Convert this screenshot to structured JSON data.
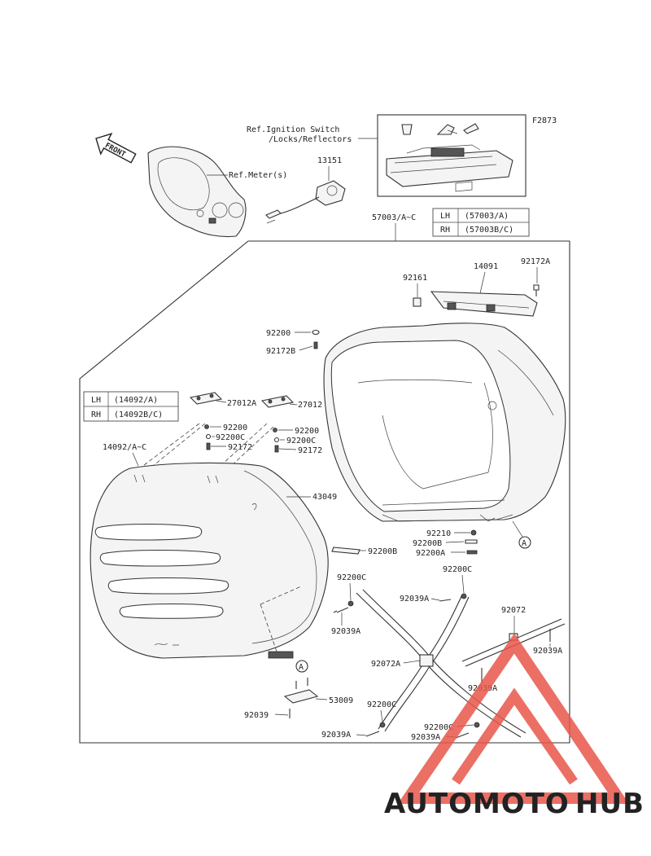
{
  "diagram_code": "F2873",
  "ref_notes": {
    "ignition_line1": "Ref.Ignition Switch",
    "ignition_line2": "/Locks/Reflectors",
    "meter": "Ref.Meter(s)"
  },
  "front_arrow_label": "FRONT",
  "assembly_label": "57003/A~C",
  "table_case": [
    {
      "side": "LH",
      "part": "(57003/A)"
    },
    {
      "side": "RH",
      "part": "(57003B/C)"
    }
  ],
  "table_lid": [
    {
      "side": "LH",
      "part": "(14092/A)"
    },
    {
      "side": "RH",
      "part": "(14092B/C)"
    }
  ],
  "part_labels": {
    "p13151": "13151",
    "p92161": "92161",
    "p14091": "14091",
    "p92172A": "92172A",
    "p92200_top": "92200",
    "p92172B": "92172B",
    "p27012A": "27012A",
    "p27012": "27012",
    "p92200_l1": "92200",
    "p92200C_l1": "92200C",
    "p92172_l1": "92172",
    "p92200_r1": "92200",
    "p92200C_r1": "92200C",
    "p92172_r1": "92172",
    "p14092": "14092/A~C",
    "p43049": "43049",
    "p92200B": "92200B",
    "p92210": "92210",
    "p92200B_r": "92200B",
    "p92200A_r": "92200A",
    "p92200C_mid": "92200C",
    "p92200C_right": "92200C",
    "p92039A_1": "92039A",
    "p92039A_2": "92039A",
    "p92072": "92072",
    "p92039A_3": "92039A",
    "p92072A": "92072A",
    "p92039A_4": "92039A",
    "p53009": "53009",
    "p92039": "92039",
    "p92200C_bot": "92200C",
    "p92039A_5": "92039A",
    "p92200C_bot2": "92200C",
    "p92039A_6": "92039A"
  },
  "circle_ref": "A",
  "watermark": {
    "part1": "AUTOMOTO",
    "part2": "HUB"
  },
  "colors": {
    "watermark_red": "#e8564a",
    "watermark_orange": "#f5a623",
    "watermark_gray": "#666666"
  }
}
